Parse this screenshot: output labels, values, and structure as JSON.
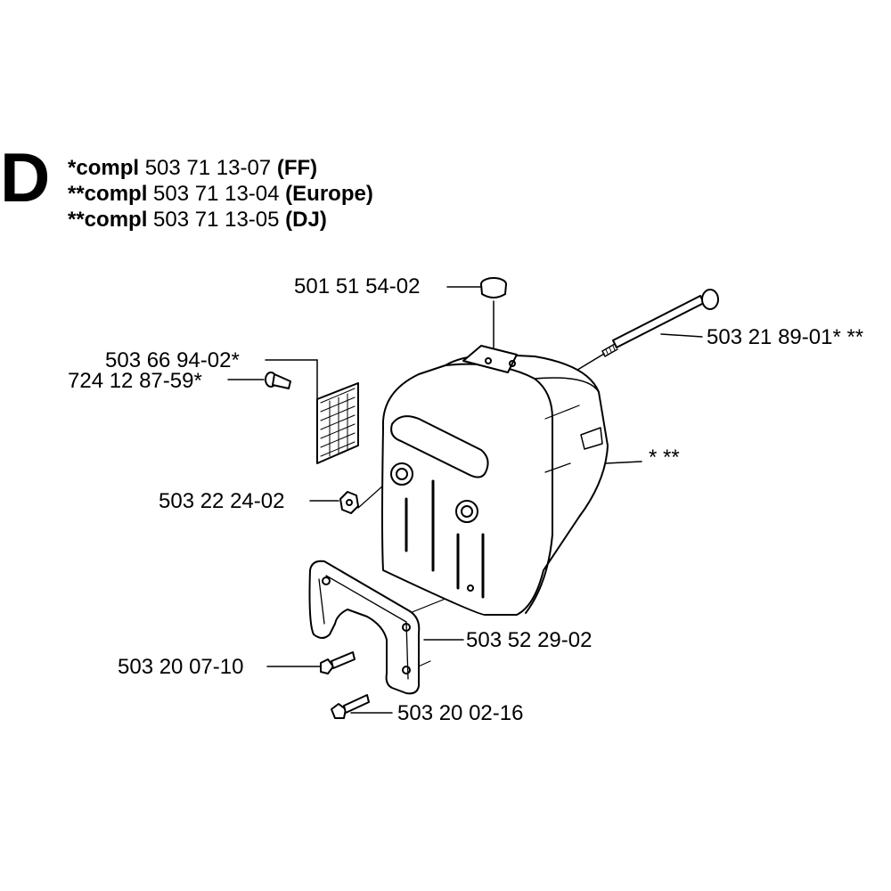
{
  "section_letter": "D",
  "header_lines": [
    {
      "prefix": "*compl",
      "part": "503 71 13-07",
      "variant": "(FF)"
    },
    {
      "prefix": "**compl",
      "part": "503 71 13-04",
      "variant": "(Europe)"
    },
    {
      "prefix": "**compl",
      "part": "503 71 13-05",
      "variant": "(DJ)"
    }
  ],
  "callouts": {
    "cap": "501 51 54-02",
    "long_bolt": "503 21 89-01* **",
    "screen": "503 66 94-02*",
    "screen_screw": "724 12 87-59*",
    "nut": "503 22 24-02",
    "muffler": "* **",
    "bracket": "503 52 29-02",
    "bracket_screw": "503 20 07-10",
    "bottom_screw": "503 20 02-16"
  }
}
